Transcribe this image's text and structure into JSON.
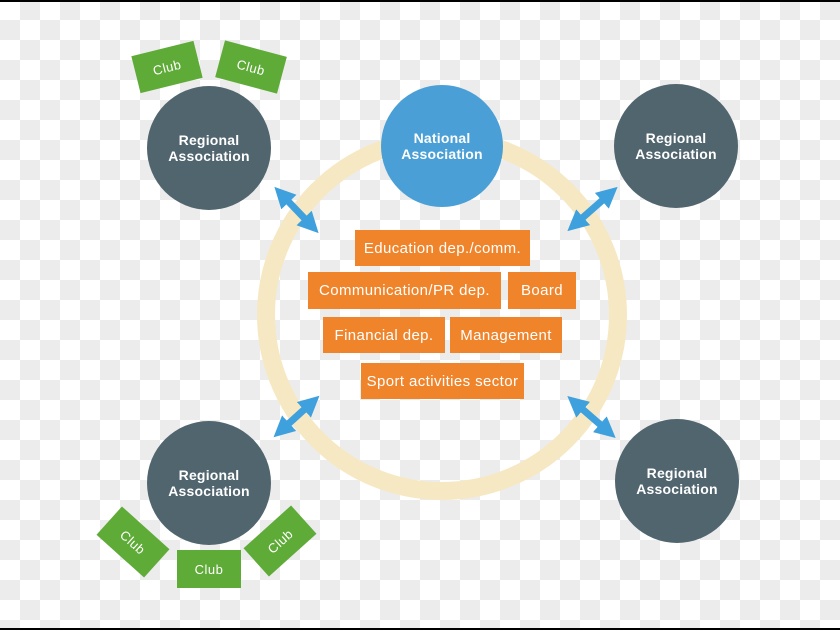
{
  "colors": {
    "checker": "#ececec",
    "background": "#ffffff",
    "ring": "#f6e8c3",
    "national_fill": "#4aa0d6",
    "regional_fill": "#51656f",
    "department_fill": "#f0842b",
    "club_fill": "#5fab38",
    "arrow": "#3ea0dc",
    "label_text": "#ffffff",
    "edge_bar": "#000000"
  },
  "national_association": {
    "label": "National Association"
  },
  "regional_associations": [
    {
      "position": "top-left",
      "label": "Regional Association"
    },
    {
      "position": "top-right",
      "label": "Regional Association"
    },
    {
      "position": "bottom-left",
      "label": "Regional Association"
    },
    {
      "position": "bottom-right",
      "label": "Regional Association"
    }
  ],
  "departments": [
    {
      "label": "Education dep./comm."
    },
    {
      "label": "Communication/PR dep."
    },
    {
      "label": "Board"
    },
    {
      "label": "Financial dep."
    },
    {
      "label": "Management"
    },
    {
      "label": "Sport activities sector"
    }
  ],
  "clubs": [
    {
      "position": "top-left-outer",
      "label": "Club"
    },
    {
      "position": "top-left-inner",
      "label": "Club"
    },
    {
      "position": "bottom-left-west",
      "label": "Club"
    },
    {
      "position": "bottom-left-south",
      "label": "Club"
    },
    {
      "position": "bottom-left-east",
      "label": "Club"
    }
  ]
}
